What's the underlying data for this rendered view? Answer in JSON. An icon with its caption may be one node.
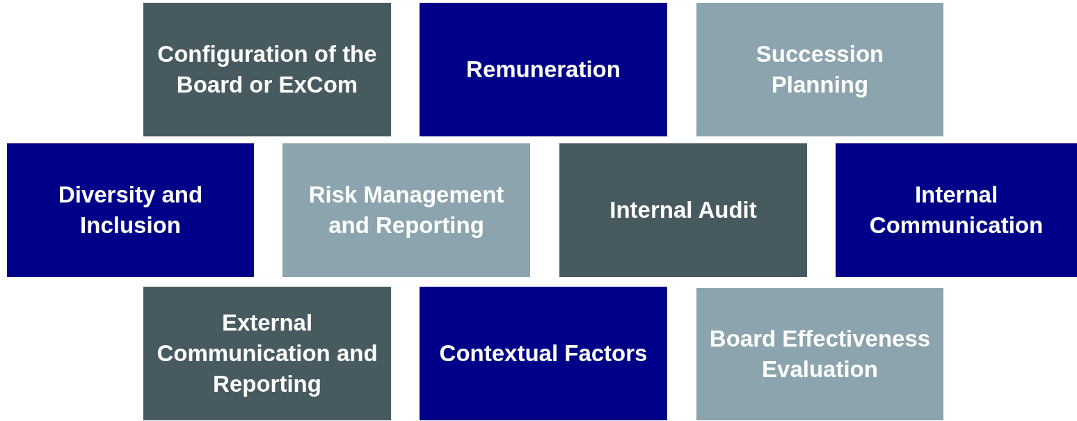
{
  "diagram": {
    "nodes": [
      {
        "text": [
          "Configuration of the Board or ExCom"
        ]
      },
      {
        "text": [
          "Remuneration"
        ]
      },
      {
        "text": [
          "Succession Planning"
        ]
      },
      {
        "text": [
          "Diversity and Inclusion"
        ]
      },
      {
        "text": [
          "Risk Management and Reporting"
        ]
      },
      {
        "text": [
          "Internal Audit"
        ]
      },
      {
        "text": [
          "Internal Communication"
        ]
      },
      {
        "text": [
          "External Communication and Reporting"
        ]
      },
      {
        "text": [
          "Contextual Factors"
        ]
      },
      {
        "text": [
          "Board Effectiveness Evaluation"
        ]
      }
    ]
  }
}
